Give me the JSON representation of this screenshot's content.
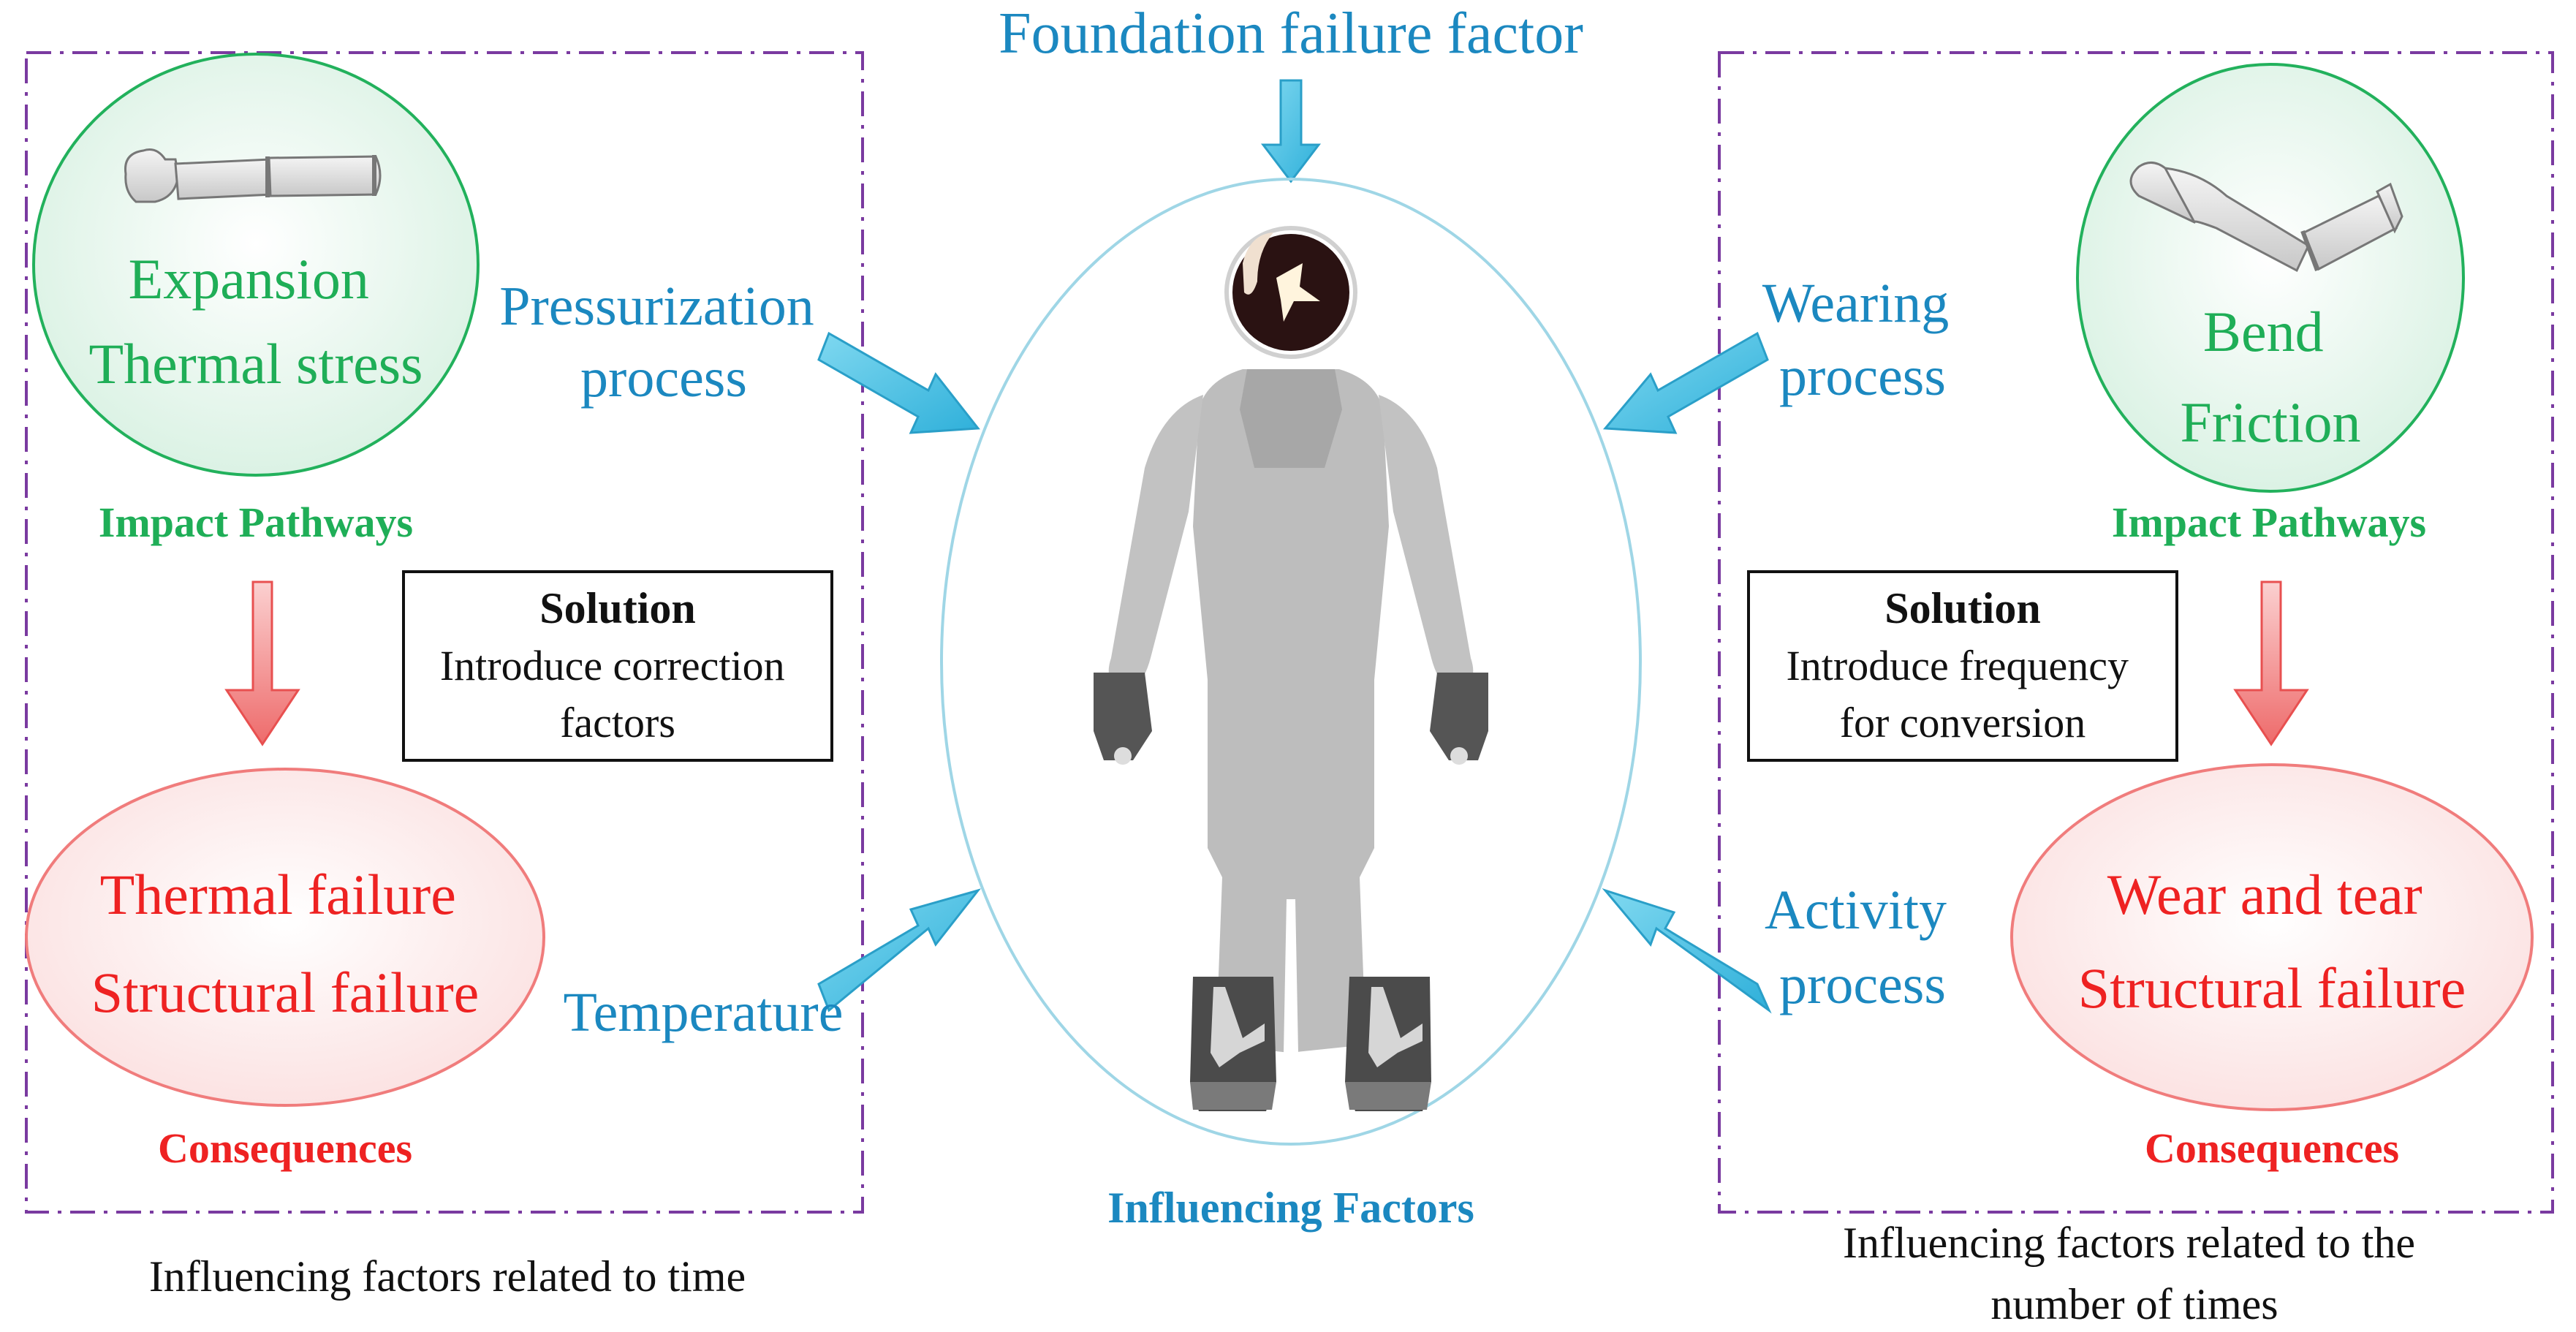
{
  "title": "Foundation failure factor",
  "center": {
    "caption": "Influencing Factors"
  },
  "left_panel": {
    "pathway_lines": [
      "Expansion",
      "Thermal stress"
    ],
    "pathway_label": "Impact Pathways",
    "solution_title": "Solution",
    "solution_lines": [
      "Introduce correction",
      "factors"
    ],
    "consequence_lines": [
      "Thermal failure",
      "Structural failure"
    ],
    "consequence_label": "Consequences",
    "caption_lines": [
      "Influencing factors related to time"
    ],
    "factors": [
      {
        "lines": [
          "Pressurization",
          "process"
        ]
      },
      {
        "lines": [
          "Temperature"
        ]
      }
    ]
  },
  "right_panel": {
    "pathway_lines": [
      "Bend",
      "Friction"
    ],
    "pathway_label": "Impact Pathways",
    "solution_title": "Solution",
    "solution_lines": [
      "Introduce frequency",
      "for conversion"
    ],
    "consequence_lines": [
      "Wear and tear",
      "Structural failure"
    ],
    "consequence_label": "Consequences",
    "caption_lines": [
      "Influencing factors related to the",
      "number of times"
    ],
    "factors": [
      {
        "lines": [
          "Wearing",
          "process"
        ]
      },
      {
        "lines": [
          "Activity",
          "process"
        ]
      }
    ]
  },
  "colors": {
    "factor_blue": "#1b88c0",
    "pathway_green": "#1fae57",
    "consequence_red": "#ee2222",
    "panel_border_purple": "#7a3aa0",
    "arrow_cyan": "#3cbde0",
    "arrow_red": "#f07070",
    "ellipse_border": "#9fd6e6"
  }
}
